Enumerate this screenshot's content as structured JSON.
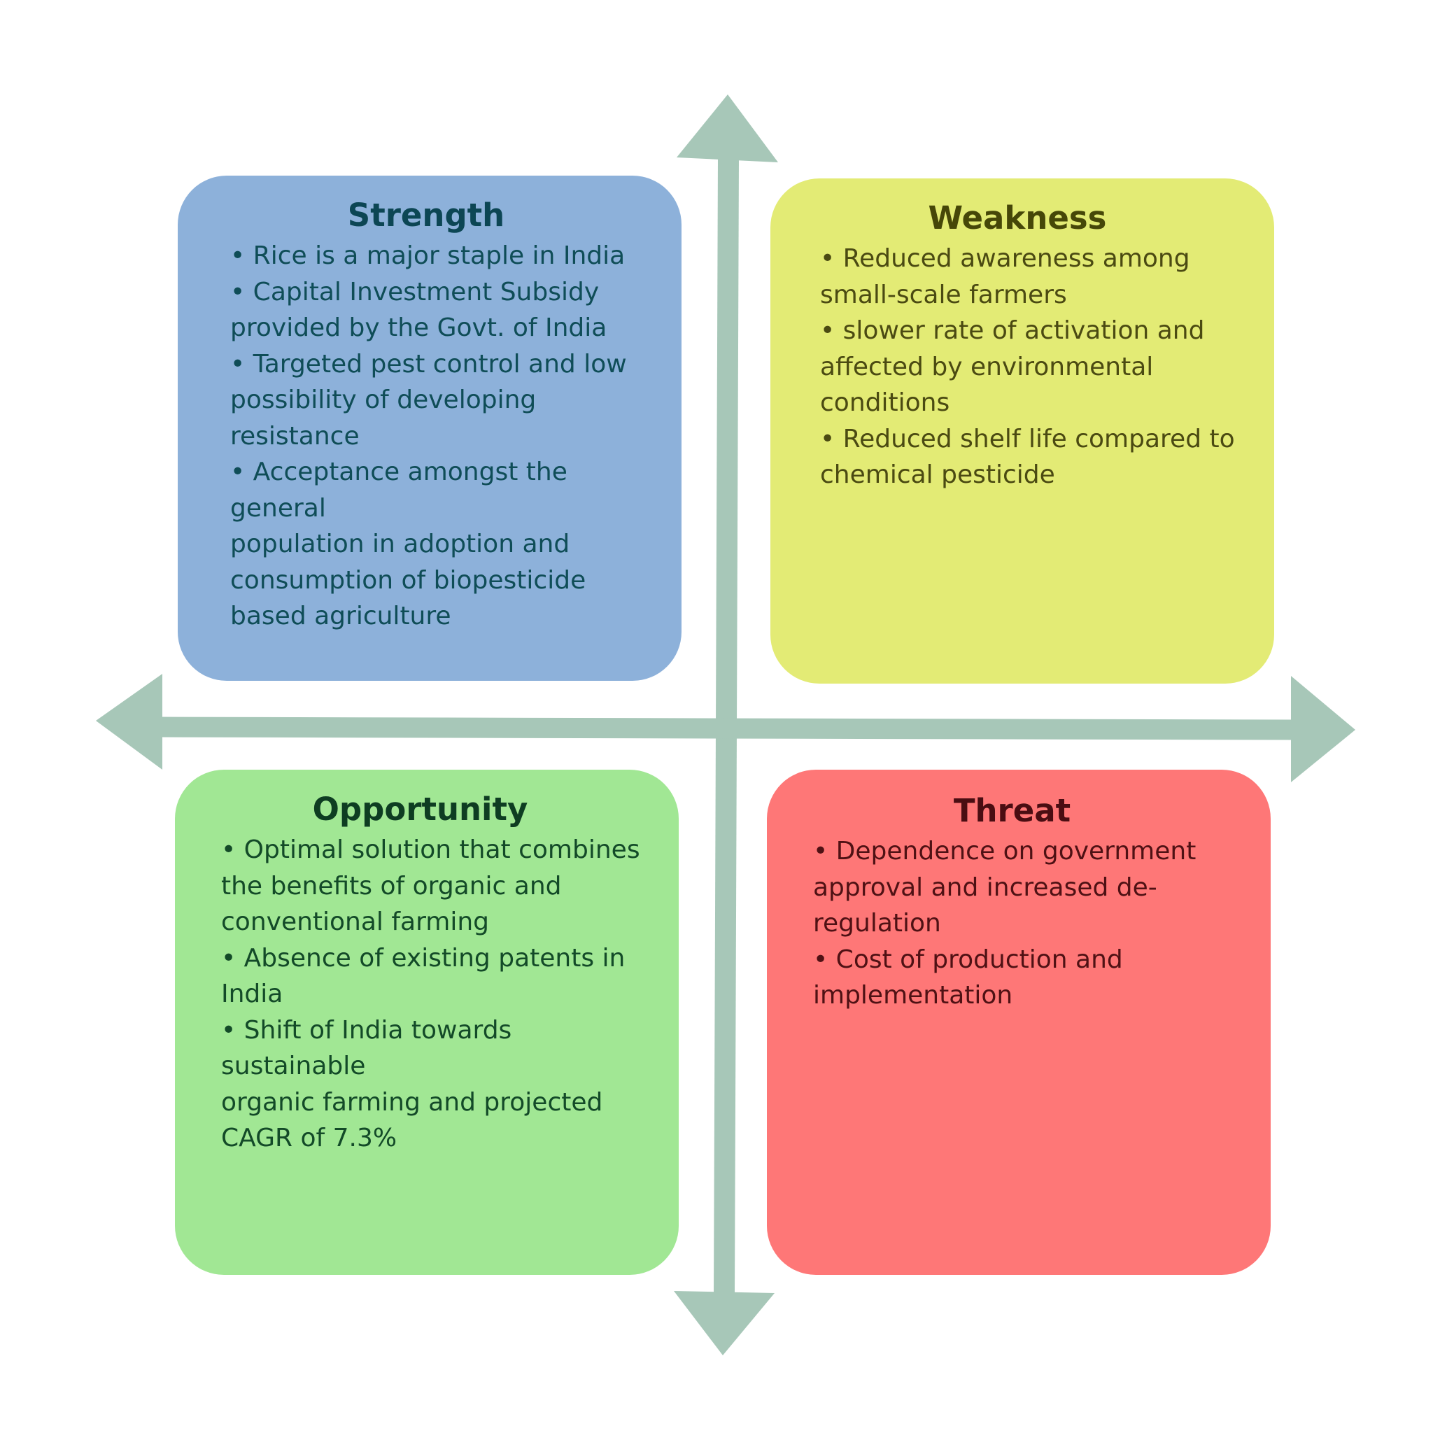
{
  "colors": {
    "axis": "#a7c7b8",
    "strength_bg": "#8db1da",
    "weakness_bg": "#e3eb75",
    "opportunity_bg": "#a1e794",
    "threat_bg": "#fe7777"
  },
  "strength": {
    "title": "Strength",
    "lines": [
      "• Rice is a major staple in India",
      "• Capital Investment Subsidy",
      "provided by the Govt. of India",
      "• Targeted pest control and low",
      "possibility of developing",
      "resistance",
      "• Acceptance amongst the",
      "general",
      "population in adoption and",
      "consumption of biopesticide",
      "based agriculture"
    ]
  },
  "weakness": {
    "title": "Weakness",
    "lines": [
      "• Reduced awareness among",
      "small-scale farmers",
      "• slower rate of activation and",
      "affected by environmental",
      "conditions",
      "• Reduced shelf life compared to",
      "chemical pesticide"
    ]
  },
  "opportunity": {
    "title": "Opportunity",
    "lines": [
      "• Optimal solution that combines",
      "the benefits of organic and",
      "conventional farming",
      "• Absence of existing patents in",
      "India",
      "• Shift of India towards",
      "sustainable",
      "organic farming and projected",
      "CAGR of 7.3%"
    ]
  },
  "threat": {
    "title": "Threat",
    "lines": [
      "• Dependence on government",
      "approval and increased de-",
      "regulation",
      "• Cost of production and",
      "implementation"
    ]
  }
}
